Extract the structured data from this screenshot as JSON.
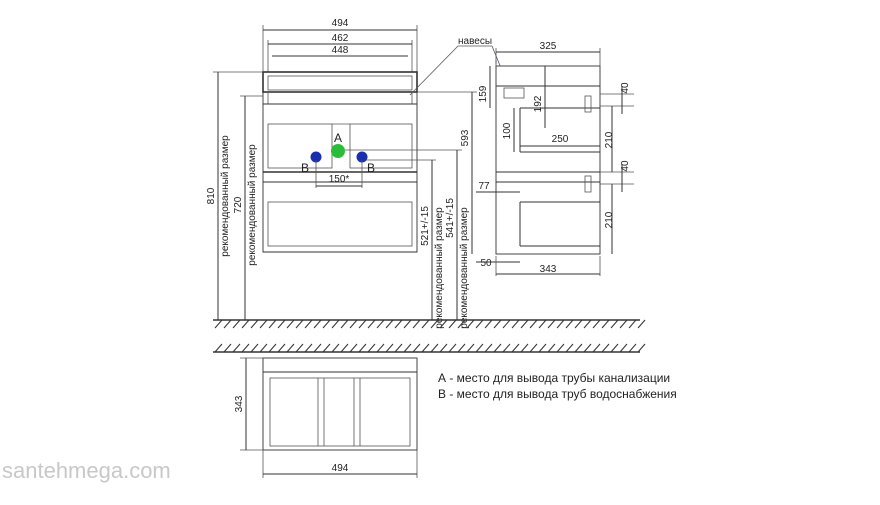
{
  "labels": {
    "hinges": "навесы",
    "recommended_size": "рекомендованный размер",
    "point_a": "A",
    "point_b_left": "B",
    "point_b_right": "B"
  },
  "dimensions": {
    "front_width_outer": "494",
    "front_width_mid": "462",
    "front_width_inner": "448",
    "front_height_total": "810",
    "front_height_body": "720",
    "pipe_spacing": "150*",
    "height_593": "593",
    "height_521": "521+/-15",
    "height_541": "541+/-15",
    "side_depth_top": "325",
    "side_159": "159",
    "side_192": "192",
    "side_100": "100",
    "side_250": "250",
    "side_77": "77",
    "side_50": "50",
    "side_depth_bottom": "343",
    "side_40_top": "40",
    "side_210_top": "210",
    "side_40_mid": "40",
    "side_210_bottom": "210",
    "plan_depth": "343",
    "plan_width": "494"
  },
  "legend": {
    "a": "А - место для вывода трубы канализации",
    "b": "В - место для вывода труб водоснабжения"
  },
  "watermark": "santehmega.com",
  "colors": {
    "point_a": "#2bbd3a",
    "point_b": "#1a2fb0",
    "dashed_wall": "#3a4fd0"
  }
}
